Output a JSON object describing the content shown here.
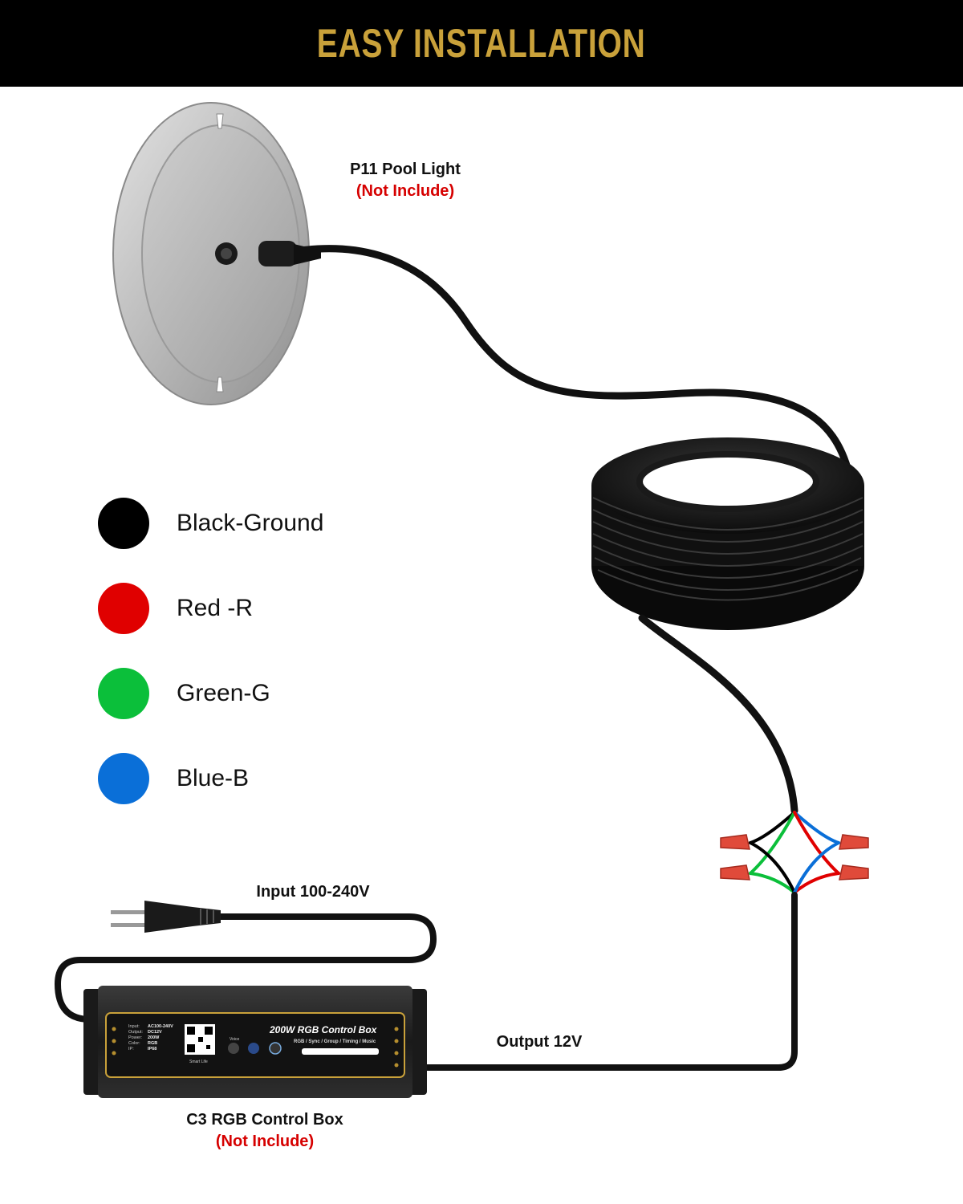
{
  "header": {
    "title": "EASY INSTALLATION",
    "background": "#000000",
    "title_color": "#c9a13a"
  },
  "pool_light": {
    "name": "P11 Pool Light",
    "note": "Not Include"
  },
  "legend": [
    {
      "label": "Black-Ground",
      "color": "#000000"
    },
    {
      "label": "Red -R",
      "color": "#e00000"
    },
    {
      "label": "Green-G",
      "color": "#0bbf3a"
    },
    {
      "label": "Blue-B",
      "color": "#0a6fd8"
    }
  ],
  "input_label": "Input 100-240V",
  "output_label": "Output 12V",
  "control_box": {
    "name": "C3 RGB Control Box",
    "note": "Not Include",
    "panel_title": "200W RGB Control Box",
    "panel_features": "RGB / Sync / Group / Timing / Music",
    "spec_keys": [
      "Input:",
      "Output:",
      "Power:",
      "Color:",
      "IP:"
    ],
    "spec_values": [
      "AC100-240V",
      "DC12V",
      "200W",
      "RGB",
      "IP68"
    ],
    "app_label": "Smart Life",
    "voice_label": "Voice"
  }
}
